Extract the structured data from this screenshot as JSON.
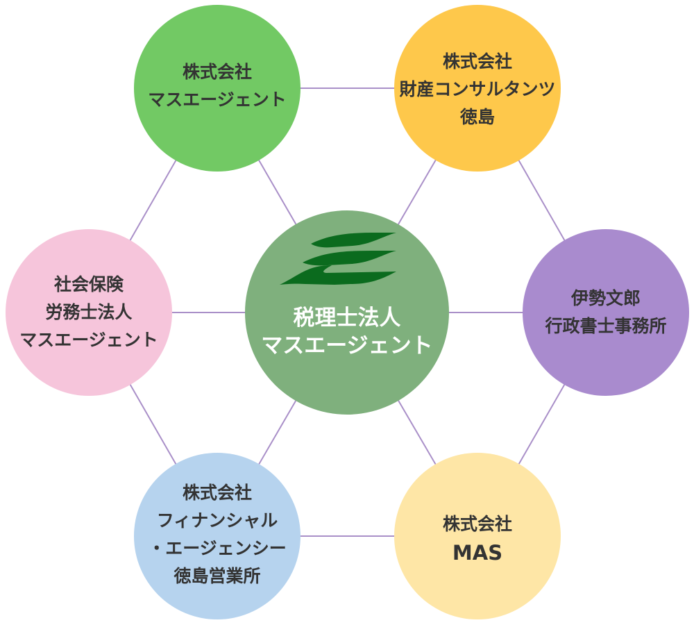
{
  "colors": {
    "line": "#a98fc8",
    "center": "#7fb07d",
    "logo": "#0b6b1e",
    "green": "#72c964",
    "orange": "#fec84b",
    "pink": "#f6c5db",
    "purple": "#a98bce",
    "blue": "#b6d3ee",
    "yellow": "#fee6a6"
  },
  "center": {
    "line1": "税理士法人",
    "line2": "マスエージェント",
    "logo": "stripes-logo-icon"
  },
  "nodes": {
    "top_left": {
      "line1": "株式会社",
      "line2": "マスエージェント"
    },
    "top_right": {
      "line1": "株式会社",
      "line2": "財産コンサルタンツ",
      "line3": "徳島"
    },
    "left": {
      "line1": "社会保険",
      "line2": "労務士法人",
      "line3": "マスエージェント"
    },
    "right": {
      "line1": "伊勢文郎",
      "line2": "行政書士事務所"
    },
    "bottom_left": {
      "line1": "株式会社",
      "line2": "フィナンシャル",
      "line3": "・エージェンシー",
      "line4": "徳島営業所"
    },
    "bottom_right": {
      "line1": "株式会社",
      "line2": "MAS"
    }
  }
}
